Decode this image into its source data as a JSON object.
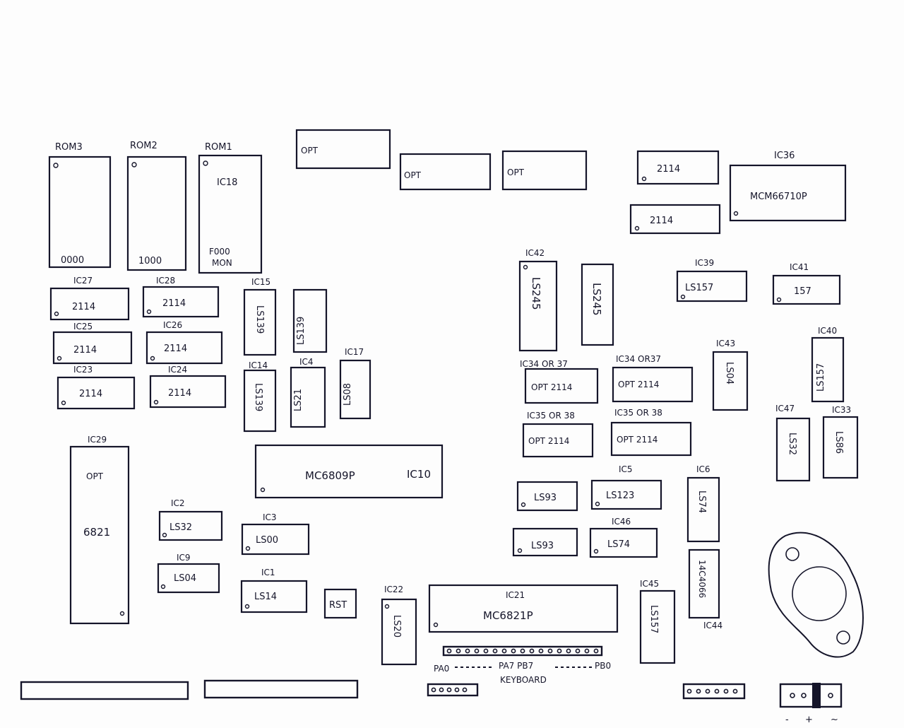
{
  "roms": [
    {
      "title": "ROM3",
      "addr": "0000"
    },
    {
      "title": "ROM2",
      "addr": "1000"
    },
    {
      "title": "ROM1",
      "ref": "IC18",
      "addr": "F000",
      "note": "MON"
    }
  ],
  "opt_sockets": [
    "OPT",
    "OPT",
    "OPT"
  ],
  "memory_right": {
    "top_a": "2114",
    "top_b": "2114",
    "ic36_ref": "IC36",
    "ic36_part": "MCM66710P"
  },
  "ram_left": [
    {
      "ref": "IC27",
      "part": "2114"
    },
    {
      "ref": "IC28",
      "part": "2114"
    },
    {
      "ref": "IC25",
      "part": "2114"
    },
    {
      "ref": "IC26",
      "part": "2114"
    },
    {
      "ref": "IC23",
      "part": "2114"
    },
    {
      "ref": "IC24",
      "part": "2114"
    }
  ],
  "logic_mid": [
    {
      "ref": "IC15",
      "part": "LS139"
    },
    {
      "ref": "",
      "part": "LS139"
    },
    {
      "ref": "IC14",
      "part": "LS139"
    },
    {
      "ref": "IC4",
      "part": "LS21"
    },
    {
      "ref": "IC17",
      "part": "LS08"
    }
  ],
  "buffers": [
    {
      "ref": "IC42",
      "part": "LS245"
    },
    {
      "ref": "",
      "part": "LS245"
    }
  ],
  "right_top": [
    {
      "ref": "IC39",
      "part": "LS157"
    },
    {
      "ref": "IC41",
      "part": "157"
    }
  ],
  "opt_ram": [
    {
      "ref": "IC34 OR 37",
      "part": "OPT 2114"
    },
    {
      "ref": "IC34 OR37",
      "part": "OPT 2114"
    },
    {
      "ref": "IC35 OR 38",
      "part": "OPT 2114"
    },
    {
      "ref": "IC35 OR 38",
      "part": "OPT 2114"
    }
  ],
  "right_small": [
    {
      "ref": "IC43",
      "part": "LS04"
    },
    {
      "ref": "IC40",
      "part": "LS157"
    },
    {
      "ref": "IC47",
      "part": "LS32"
    },
    {
      "ref": "IC33",
      "part": "LS86"
    }
  ],
  "pia_left": {
    "ref": "IC29",
    "top": "OPT",
    "part": "6821"
  },
  "cpu": {
    "part": "MC6809P",
    "ref": "IC10"
  },
  "lower_left": [
    {
      "ref": "IC2",
      "part": "LS32"
    },
    {
      "ref": "IC9",
      "part": "LS04"
    },
    {
      "ref": "IC3",
      "part": "LS00"
    },
    {
      "ref": "IC1",
      "part": "LS14"
    }
  ],
  "reset": "RST",
  "counters": [
    {
      "ref": "",
      "part": "LS93"
    },
    {
      "ref": "IC5",
      "part": "LS123"
    },
    {
      "ref": "",
      "part": "LS93"
    },
    {
      "ref": "IC46",
      "part": "LS74"
    }
  ],
  "ic6": {
    "ref": "IC6",
    "part": "LS74"
  },
  "ic44": {
    "ref": "IC44",
    "part": "14C4066"
  },
  "ic22": {
    "ref": "IC22",
    "part": "LS20"
  },
  "ic21": {
    "ref": "IC21",
    "part": "MC6821P"
  },
  "ic45": {
    "ref": "IC45",
    "part": "LS157"
  },
  "keyboard": {
    "pa0": "PA0",
    "pa7pb7": "PA7 PB7",
    "pb0": "PB0",
    "label": "KEYBOARD"
  },
  "power": {
    "minus": "-",
    "plus": "+",
    "tilde": "~"
  }
}
